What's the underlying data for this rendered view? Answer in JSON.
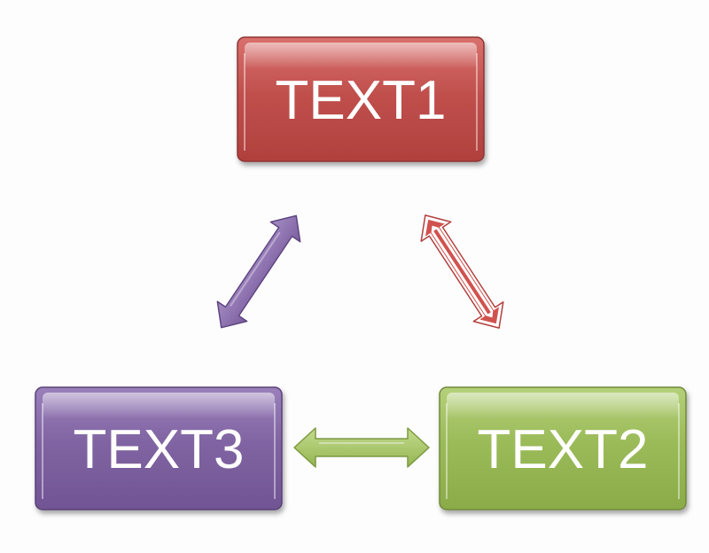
{
  "diagram": {
    "nodes": [
      {
        "id": "text1",
        "label": "TEXT1",
        "color": "#c0504d"
      },
      {
        "id": "text2",
        "label": "TEXT2",
        "color": "#9bbb59"
      },
      {
        "id": "text3",
        "label": "TEXT3",
        "color": "#8064a2"
      }
    ],
    "connectors": [
      {
        "from": "text3",
        "to": "text1",
        "type": "double-arrow",
        "style": "solid",
        "color": "#8064a2"
      },
      {
        "from": "text1",
        "to": "text2",
        "type": "double-arrow",
        "style": "striped",
        "color": "#c0504d"
      },
      {
        "from": "text3",
        "to": "text2",
        "type": "double-arrow",
        "style": "solid",
        "color": "#9bbb59"
      }
    ]
  }
}
